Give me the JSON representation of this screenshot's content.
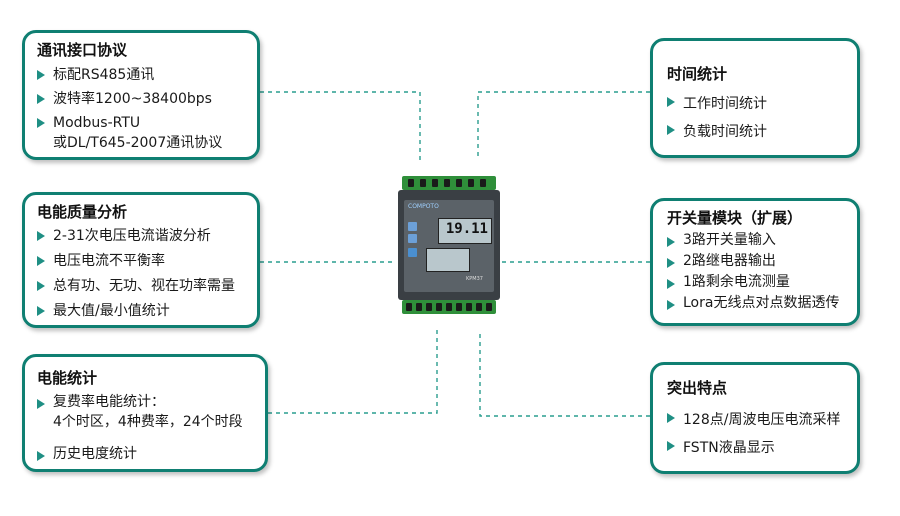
{
  "panels": {
    "comm": {
      "title": "通讯接口协议",
      "items": [
        "标配RS485通讯",
        "波特率1200~38400bps",
        "Modbus-RTU"
      ],
      "item3_line2": "或DL/T645-2007通讯协议"
    },
    "quality": {
      "title": "电能质量分析",
      "items": [
        "2-31次电压电流谐波分析",
        "电压电流不平衡率",
        "总有功、无功、视在功率需量",
        "最大值/最小值统计"
      ]
    },
    "energy": {
      "title": "电能统计",
      "item1_line1": "复费率电能统计：",
      "item1_line2": "4个时区，4种费率，24个时段",
      "item2": "历史电度统计"
    },
    "time": {
      "title": "时间统计",
      "items": [
        "工作时间统计",
        "负载时间统计"
      ]
    },
    "switch": {
      "title": "开关量模块（扩展）",
      "items": [
        "3路开关量输入",
        "2路继电器输出",
        "1路剩余电流测量",
        "Lora无线点对点数据透传"
      ]
    },
    "feature": {
      "title": "突出特点",
      "items": [
        "128点/周波电压电流采样",
        "FSTN液晶显示"
      ]
    }
  },
  "device": {
    "brand": "COMPOTO",
    "display_value": "19.11",
    "model": "KPM37",
    "image_icon": "power-meter-device"
  },
  "colors": {
    "border": "#0f7f72",
    "arrow": "#1f8f84",
    "connector": "#2a9d8f",
    "terminal": "#2f8f3a"
  }
}
